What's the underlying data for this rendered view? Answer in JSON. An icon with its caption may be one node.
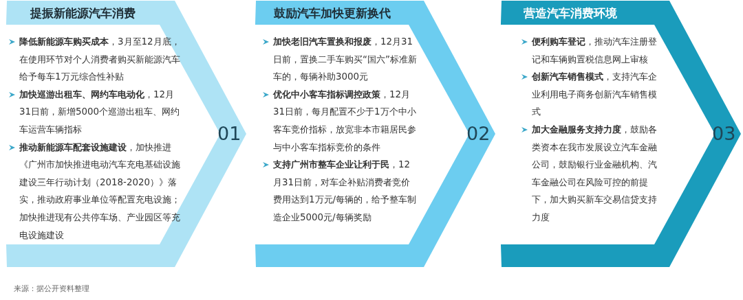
{
  "diagram": {
    "caption": "来源：据公开资料整理",
    "nodes": [
      {
        "text": [
          "提振新能源汽车消费",
          "**降低新能源车购买成本**，3月至12月底，在使用环节对个人消费者购买新能源汽车给予每车1万元综合性补贴",
          "**加快巡游出租车、网约车电动化**，12月31日前，新增5000个巡游出租车、网约车运营车辆指标",
          "**推动新能源车配套设施建设**，加快推进《广州市加快推进电动汽车充电基础设施建设三年行动计划（2018-2020）》落实，推动政府事业单位等配置充电设施；加快推进现有公共停车场、产业园区等充电设施建设",
          "01"
        ]
      },
      {
        "text": [
          "鼓励汽车加快更新换代",
          "**加快老旧汽车置换和报废**，12月31日前，置换二手车购买“国六”标准新车的，每辆补助3000元",
          "**优化中小客车指标调控政策**，12月31日前，每月配置不少于1万个中小客车竞价指标，放宽非本市籍居民参与中小客车指标竞价的条件",
          "**支持广州市整车企业让利于民**，12月31日前，对车企补贴消费者竞价费用达到1万元/每辆的，给予整车制造企业5000元/每辆奖励",
          "02"
        ]
      },
      {
        "text": [
          "营造汽车消费环境",
          "**便利购车登记**，推动汽车注册登记和车辆购置税信息网上审核",
          "**创新汽车销售模式**，支持汽车企业利用电子商务创新汽车销售模式",
          "**加大金融服务支持力度**，鼓励各类资本在我市发展设立汽车金融公司，鼓励银行业金融机构、汽车金融公司在风险可控的前提下，加大购买新车交易信贷支持力度",
          "03"
        ]
      }
    ]
  }
}
